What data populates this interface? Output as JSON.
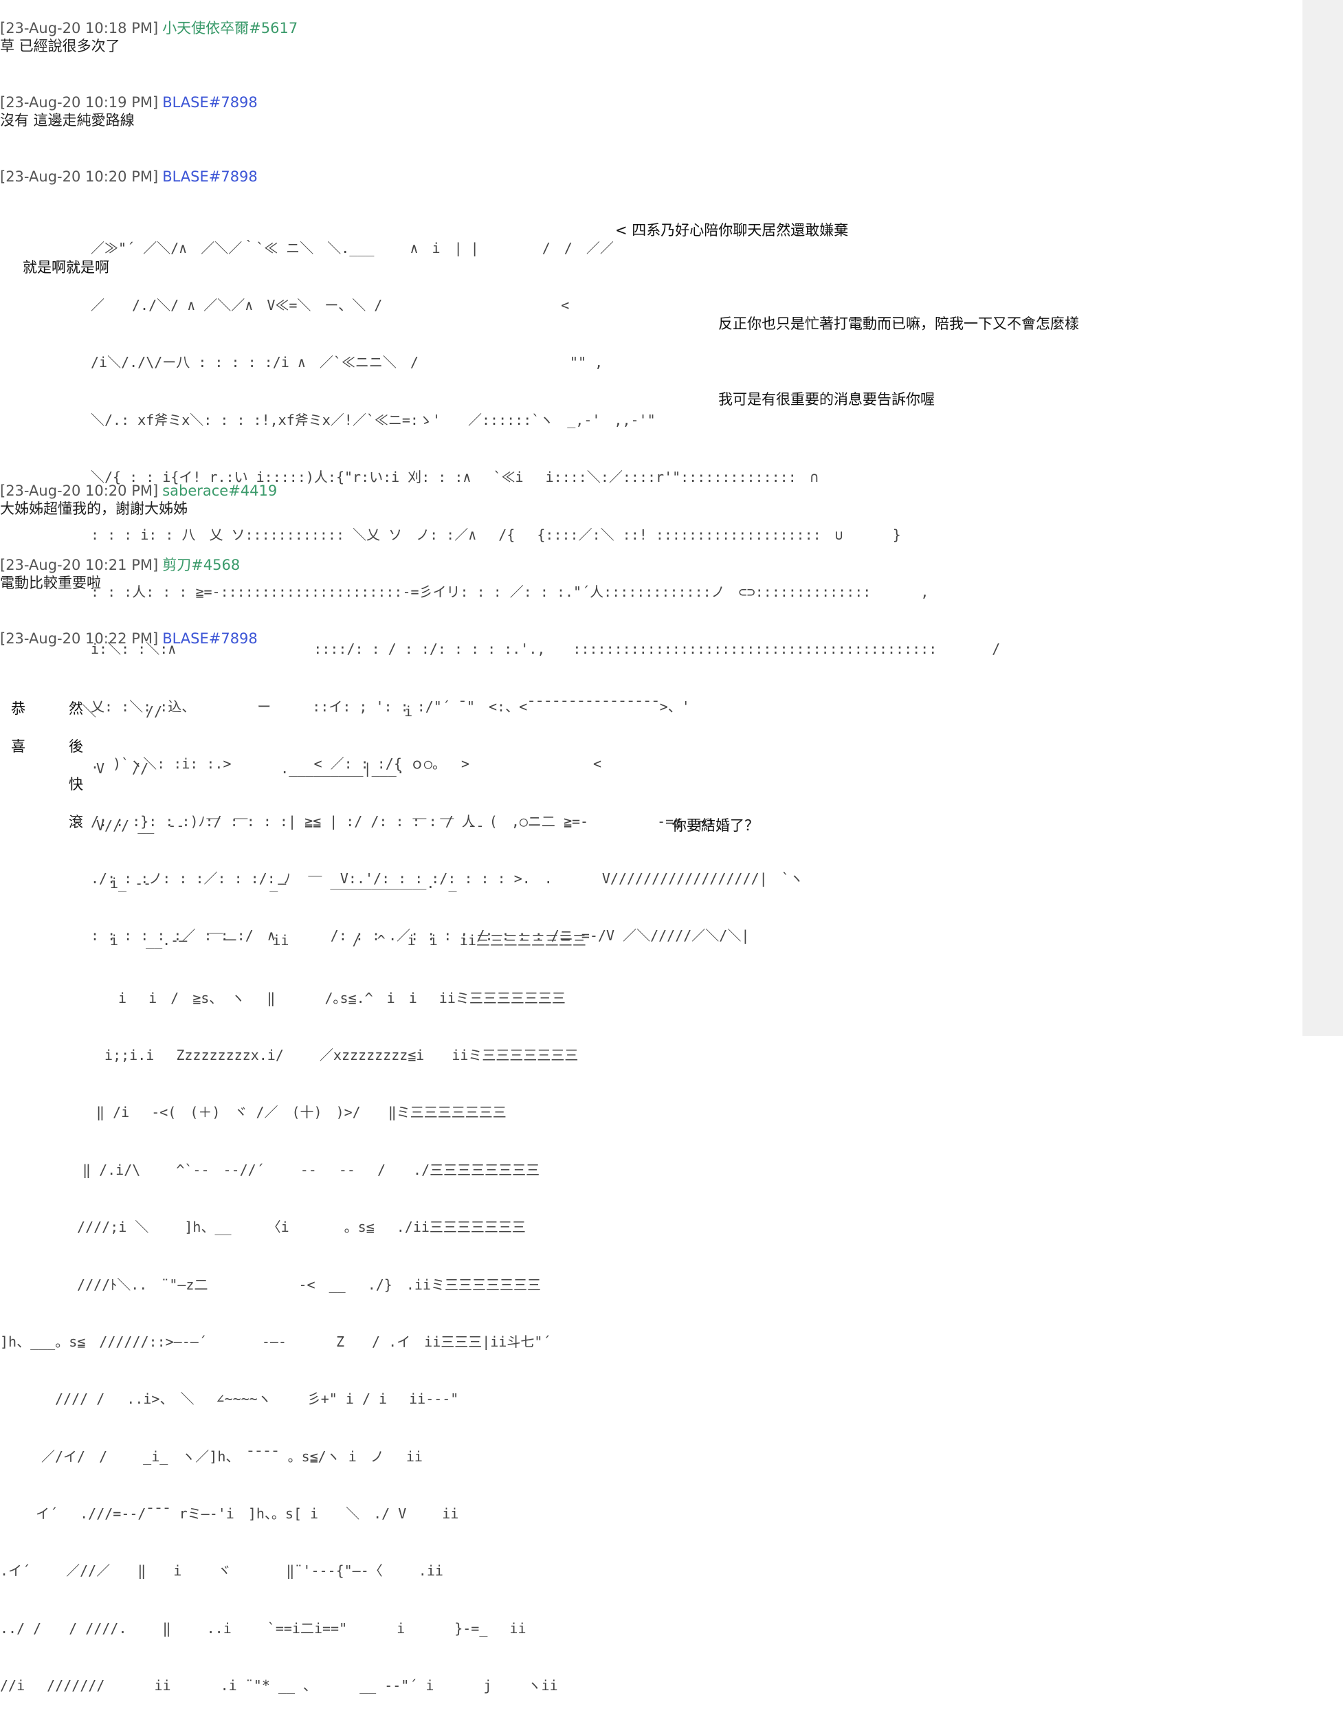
{
  "messages": [
    {
      "time": "[23-Aug-20 10:18 PM]",
      "user": "小天使依卒爾#5617",
      "text": "草 已經說很多次了"
    },
    {
      "time": "[23-Aug-20 10:19 PM]",
      "user": "BLASE#7898",
      "text": "沒有 這邊走純愛路線"
    },
    {
      "time": "[23-Aug-20 10:20 PM]",
      "user": "BLASE#7898",
      "text": ""
    },
    {
      "time": "[23-Aug-20 10:20 PM]",
      "user": "saberace#4419",
      "text": "大姊姊超懂我的，謝謝大姊姊"
    },
    {
      "time": "[23-Aug-20 10:21 PM]",
      "user": "剪刀#4568",
      "text": "電動比較重要啦"
    },
    {
      "time": "[23-Aug-20 10:22 PM]",
      "user": "BLASE#7898",
      "text": ""
    }
  ],
  "colors": {
    "user_green": "#3a9a6a",
    "user_blue": "#3c55d6",
    "gutter": "#f0f0f0"
  },
  "art1": {
    "lines": [
      "／≫\"´ ／＼/∧　／＼／｀`≪ ニ＼　＼.___　　 ∧　i　| |　　　　 /　/　／／",
      "／　　/./＼/ ∧ ／＼／∧　V≪=＼　ー、＼ /　　　　　　　　　　　　　<",
      "/i＼/./\\/ー八 : : : : :/i ∧　／`≪ニニ＼　/　　　　　　　　　　　\"\" ,",
      "＼/.: xf斧ミx＼: : : :!,xf斧ミx／!／`≪ニ=:ゝ'　　／::::::`ヽ　_,-'　,,-'\"",
      "＼/{ : : i{イ! r.:い i:::::)人:{\"r:い:i 刈: : :∧　 `≪i　 i::::＼:／::::r'\"::::::::::::::　∩",
      ": : : i: : 八　乂 ソ:::::::::::: ＼乂 ソ　ノ: :／∧　 /{　 {::::／:＼ ::! ::::::::::::::::::::　∪　　　 }",
      ": : :人: : : ≧=-::::::::::::::::::::::-=彡イリ: : : ／: : :.\"´人:::::::::::::ノ　⊂⊃::::::::::::::　　　 ,",
      "i:＼: :＼:∧　　　　　　　　　　::::/: : / : :/: : : : :.'.,　　::::::::::::::::::::::::::::::::::::::::::::　　　　/",
      "乂: :＼: :込、　　　　　ー　　　::イ: ; ': : :/\"´ ¯\"　<:、<¯¯¯¯¯¯¯¯¯¯¯¯¯¯¯¯>、'",
      ".　)`ヽ＼: :i: :.>　　　　　　< ／: : :/{ ｏ○。　 >　　　　　　　　　<",
      "/: : :}: : :)ﾉ:/ : : : :| ≧≦ | :/ /: : : : / 人　(　,○ニ二 ≧=-　　　　　-=≦　┌○",
      "./: : :ノ: : :／: : :/: ﾉ　　　 V:.'/: : : :/: : : : >.　.　　　 V//////////////////|　`ヽ",
      ": : : : : :／ : : :/　∧　　　　/: : : .／: : : : /: : : : /ニ =-/V ／＼/////／＼/＼|"
    ],
    "speech": [
      "< 四系乃好心陪你聊天居然還敢嫌棄",
      "就是啊就是啊",
      "反正你也只是忙著打電動而已嘛，陪我一下又不會怎麼樣",
      "我可是有很重要的消息要告訴你喔"
    ]
  },
  "art2": {
    "lines": [
      "　　　　　　＼　　　 //　　　　　　　　　　　　　　　　　 i",
      "　　　　　　　V　　//　　　　　　　　　 ._________|___.",
      "　　　　　　　V/// __　--　 ￣　￣　　　　　　　　　　　　￣　￣　--",
      "　　　　　　　　i_ --　　　　　　　　 _—　 ￣ ＿＿＿＿＿＿＿.　_",
      "　　　　　　　　i　　__.-—　 ￣一　　 ii　　　　 /  ^　 i　i　 ii三三三三三三三三",
      "　　　　　　　　 i　 i　/　≧s、 ヽ　 ‖　　　 /｡s≦.^　i　i　 iiミ三三三三三三三",
      "　　　　　　　 i;;i.i　 Zzzzzzzzzx.i/　　 ／xzzzzzzzz≦i　　iiミ三三三三三三三",
      "　　　　　　　‖ /i　 -<(　(＋)　ヾ /／　(十)　)>/　　‖ミ三三三三三三三",
      "　　　　　　‖ /.i/\\　　 ^`--　--//´　　 --　 --　 /　　./三三三三三三三三",
      "　　　　　 ////;i ＼　　 ]h、__　　 〈i　　　　。s≦　 ./ii三三三三三三三",
      "　　　　　 ////ﾄ＼..　¨\"—z二　　　　　　 -<　__　 ./}　.iiミ三三三三三三三",
      "]h、___。s≦　//////::>—-—´　　　　-—-　　　 Z　　/ .イ　ii三三三|ii斗七\"´",
      "　　　　//// /　 ..i>、　＼　 ∠~~~~ヽ　　 彡+\" i / i　 ii---\"",
      "　　　／/イ/　/　　 _i_　ヽ／]h、　¯¯¯¯ 。s≦/ヽ i　ノ　 ii",
      "　　 イ´　 .///=--/¯¯¯ rミ—-'i　]h、。s[ i　　＼　./ V　　 ii",
      ".イ´　　 ／//／　　‖　　i　　 ヾ　　　　‖¨'---{\"—-〈　　 .ii",
      "../ /　　/ ////.　　 ‖　　 ..i　　 `==i二i==\"　　　 i　　　 }-=_　 ii",
      "//i　 ///////　　　 ii　　　 .i ¨\"* __ 、　　　 __ --\"´ i　　　 j　　 ヽii"
    ],
    "side_text": [
      "恭",
      "然",
      "喜",
      "後",
      "快",
      "滾"
    ],
    "speech": [
      "你要結婚了？"
    ]
  }
}
